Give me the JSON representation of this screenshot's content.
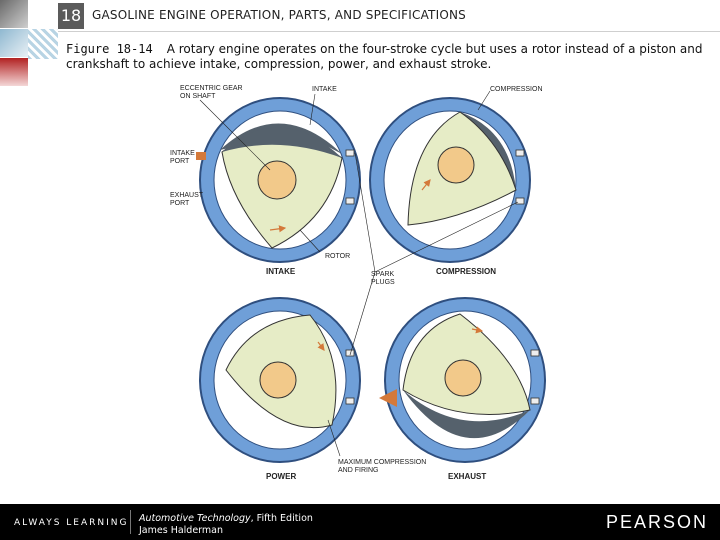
{
  "header": {
    "chapter_number": "18",
    "title": "GASOLINE ENGINE OPERATION, PARTS, AND SPECIFICATIONS"
  },
  "caption": {
    "figure_label": "Figure 18-14",
    "text": "A rotary engine operates on the four-stroke cycle but uses a rotor instead of a piston and crankshaft to achieve intake, compression, power, and exhaust stroke."
  },
  "diagram": {
    "labels": {
      "eccentric_line1": "ECCENTRIC GEAR",
      "eccentric_line2": "ON SHAFT",
      "intake_top": "INTAKE",
      "compression_top": "COMPRESSION",
      "intake_port_line1": "INTAKE",
      "intake_port_line2": "PORT",
      "exhaust_port_line1": "EXHAUST",
      "exhaust_port_line2": "PORT",
      "rotor": "ROTOR",
      "spark_line1": "SPARK",
      "spark_line2": "PLUGS",
      "max_line1": "MAXIMUM COMPRESSION",
      "max_line2": "AND FIRING"
    },
    "panels": {
      "intake": "INTAKE",
      "compression": "COMPRESSION",
      "power": "POWER",
      "exhaust": "EXHAUST"
    },
    "colors": {
      "housing": "#6f9fd8",
      "housing_stroke": "#2f4f7f",
      "rotor": "#e6ecc6",
      "gear": "#f2c98a",
      "chamber": "#55616c",
      "arrow": "#d4793a"
    }
  },
  "footer": {
    "left_text": "ALWAYS LEARNING",
    "book_title": "Automotive Technology",
    "book_edition": ", Fifth Edition",
    "author": "James Halderman",
    "brand": "PEARSON"
  }
}
